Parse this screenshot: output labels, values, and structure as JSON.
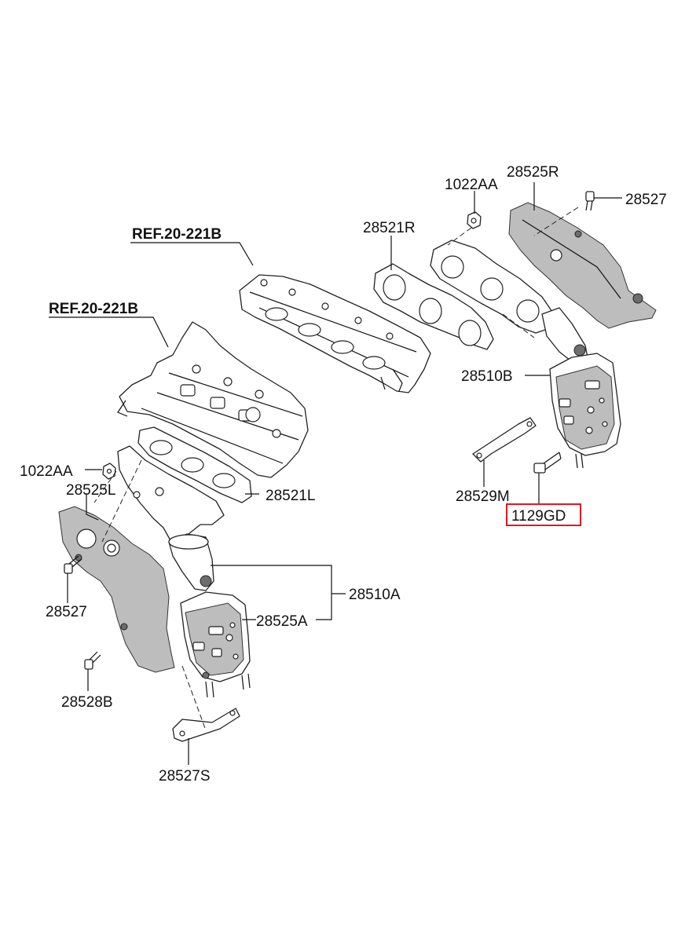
{
  "refs": {
    "upper": "REF.20-221B",
    "lower": "REF.20-221B"
  },
  "labels": {
    "nut_right": "1022AA",
    "heat_shield_right": "28525R",
    "bolt_right": "28527",
    "gasket_right": "28521R",
    "converter_right": "28510B",
    "bracket_right": "28529M",
    "bolt_highlight": "1129GD",
    "nut_left": "1022AA",
    "heat_shield_left": "28525L",
    "gasket_left": "28521L",
    "bolt_left": "28527",
    "converter_left": "28510A",
    "shield_left_cat": "28525A",
    "bolt_left_lower": "28528B",
    "stay_left": "28527S"
  },
  "colors": {
    "highlight_box": "#e0191f",
    "line": "#111111"
  }
}
